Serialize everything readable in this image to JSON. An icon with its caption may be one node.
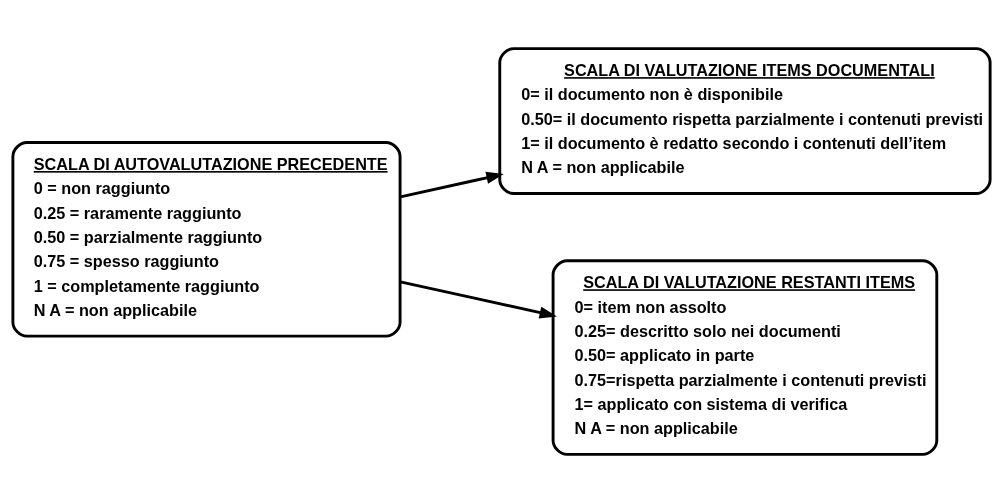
{
  "diagram": {
    "nodes": [
      {
        "text": [
          "SCALA DI AUTOVALUTAZIONE PRECEDENTE",
          "0 = non raggiunto",
          "0.25 = raramente raggiunto",
          "0.50 = parzialmente raggiunto",
          "0.75 = spesso raggiunto",
          "1 = completamente raggiunto",
          "N A = non applicabile"
        ]
      },
      {
        "text": [
          "SCALA DI VALUTAZIONE ITEMS DOCUMENTALI",
          "0= il documento non è disponibile",
          "0.50= il documento rispetta parzialmente i contenuti previsti",
          "1= il documento è redatto secondo i contenuti dell’item",
          "N A = non applicabile"
        ]
      },
      {
        "text": [
          "SCALA DI VALUTAZIONE RESTANTI ITEMS",
          "0= item non assolto",
          "0.25= descritto solo nei documenti",
          "0.50= applicato in parte",
          "0.75=rispetta parzialmente i contenuti previsti",
          "1= applicato con sistema di verifica",
          "N A = non applicabile"
        ]
      }
    ],
    "edges": [
      {
        "from": 0,
        "to": 1,
        "arrow": "to"
      },
      {
        "from": 0,
        "to": 2,
        "arrow": "to"
      }
    ]
  }
}
